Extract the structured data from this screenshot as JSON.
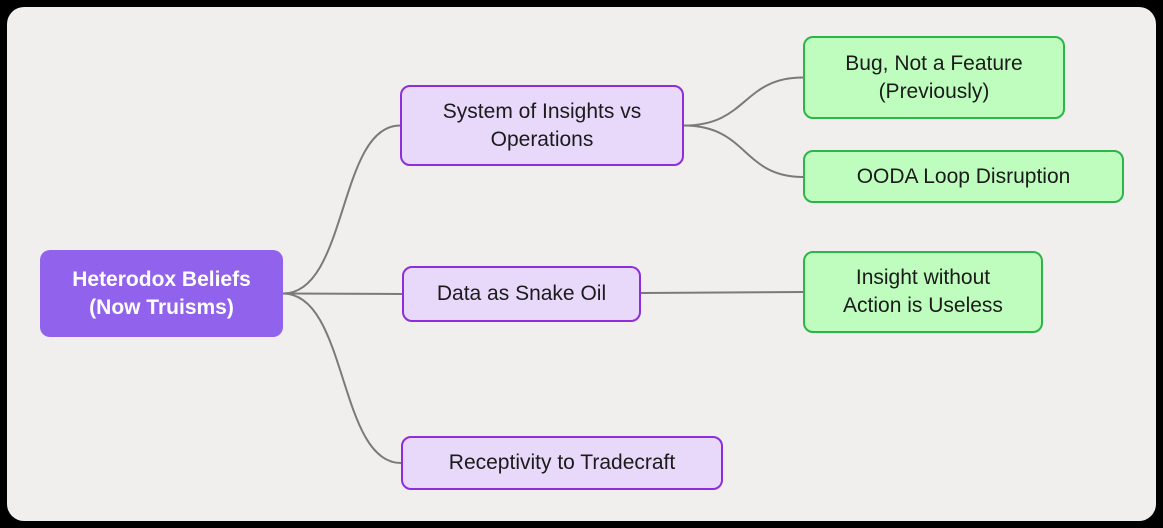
{
  "colors": {
    "frame": "#000000",
    "canvas_bg": "#F0EFED",
    "root_fill": "#9163EC",
    "root_text": "#FFFFFF",
    "branch_fill": "#E8D8FA",
    "branch_border": "#8D2DDB",
    "leaf_fill": "#BEFDBD",
    "leaf_border": "#2DB44A",
    "node_text": "#1B1B1B",
    "connector": "#7A7A7A"
  },
  "mindmap": {
    "root": {
      "label": "Heterodox Beliefs\n(Now Truisms)"
    },
    "branches": [
      {
        "label": "System of Insights vs\nOperations",
        "children": [
          {
            "label": "Bug, Not a Feature\n(Previously)"
          },
          {
            "label": "OODA Loop Disruption"
          }
        ]
      },
      {
        "label": "Data as Snake Oil",
        "children": [
          {
            "label": "Insight without\nAction is Useless"
          }
        ]
      },
      {
        "label": "Receptivity to Tradecraft",
        "children": []
      }
    ]
  }
}
